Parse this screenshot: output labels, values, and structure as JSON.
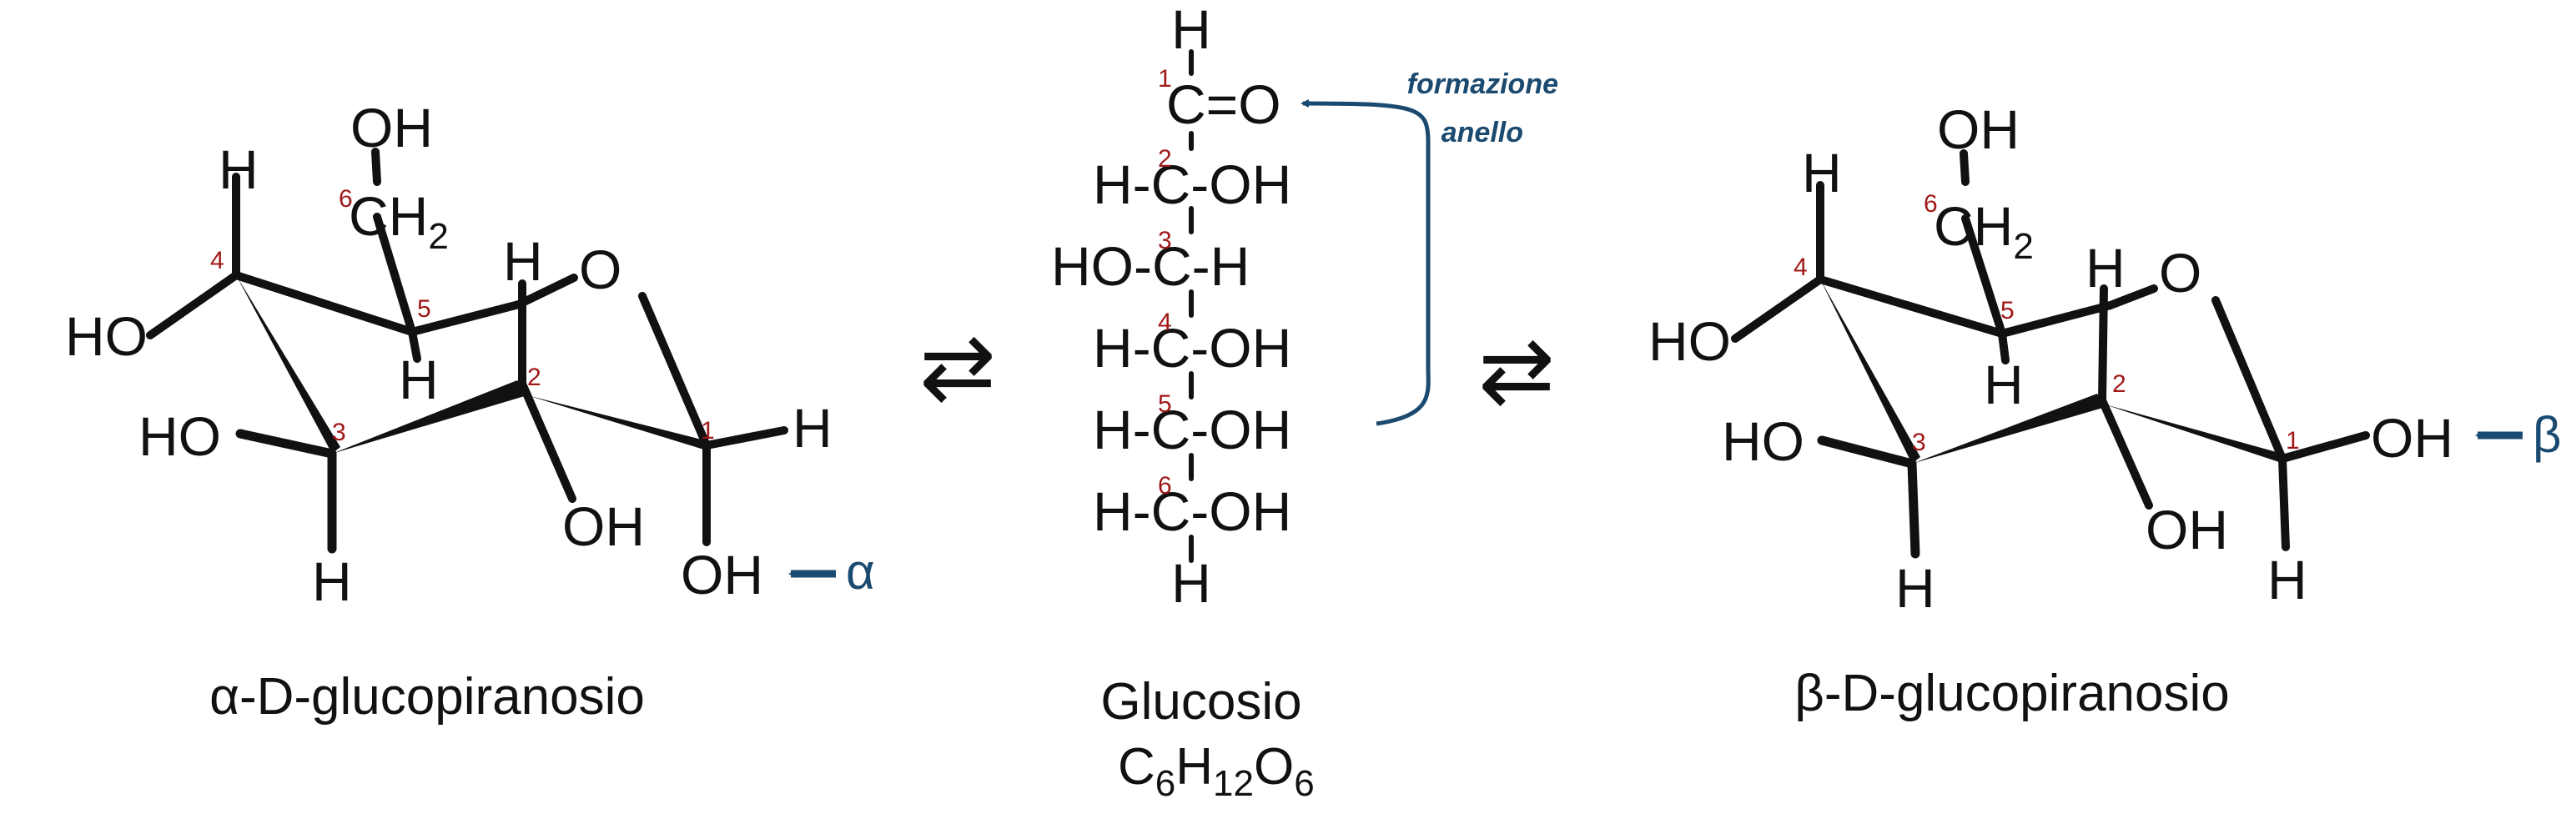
{
  "alpha": {
    "atoms": {
      "H_top": "H",
      "OH_top": "OH",
      "HO_c4": "HO",
      "H_c5": "H",
      "H_c2_top": "H",
      "O_ring": "O",
      "HO_c3": "HO",
      "H_c1": "H",
      "H_c3": "H",
      "OH_c2": "OH",
      "OH_c1": "OH"
    },
    "ch2": {
      "c": "CH",
      "sub": "2"
    },
    "numbers": {
      "n1": "1",
      "n2": "2",
      "n3": "3",
      "n4": "4",
      "n5": "5",
      "n6": "6"
    },
    "anomer_symbol": "α",
    "caption": "α-D-glucopiranosio"
  },
  "equilibrium_left": "⇄",
  "equilibrium_right": "⇄",
  "glucose": {
    "rows": {
      "r0": "H",
      "r1": "C=O",
      "r2": "H-C-OH",
      "r3": "HO-C-H",
      "r4": "H-C-OH",
      "r5": "H-C-OH",
      "r6": "H-C-OH",
      "r7": "H"
    },
    "numbers": {
      "n1": "1",
      "n2": "2",
      "n3": "3",
      "n4": "4",
      "n5": "5",
      "n6": "6"
    },
    "annotation": {
      "line1": "formazione",
      "line2": "anello"
    },
    "caption": "Glucosio",
    "formula": {
      "c": "C",
      "c_n": "6",
      "h": "H",
      "h_n": "12",
      "o": "O",
      "o_n": "6"
    }
  },
  "beta": {
    "atoms": {
      "H_top": "H",
      "OH_top": "OH",
      "HO_c4": "HO",
      "H_c5": "H",
      "H_c2_top": "H",
      "O_ring": "O",
      "HO_c3": "HO",
      "OH_c1": "OH",
      "H_c3": "H",
      "OH_c2": "OH",
      "H_c1": "H"
    },
    "ch2": {
      "c": "CH",
      "sub": "2"
    },
    "numbers": {
      "n1": "1",
      "n2": "2",
      "n3": "3",
      "n4": "4",
      "n5": "5",
      "n6": "6"
    },
    "anomer_symbol": "β",
    "caption": "β-D-glucopiranosio"
  },
  "colors": {
    "ink": "#111111",
    "accent": "#1b4a70",
    "numbers": "#a01818"
  }
}
